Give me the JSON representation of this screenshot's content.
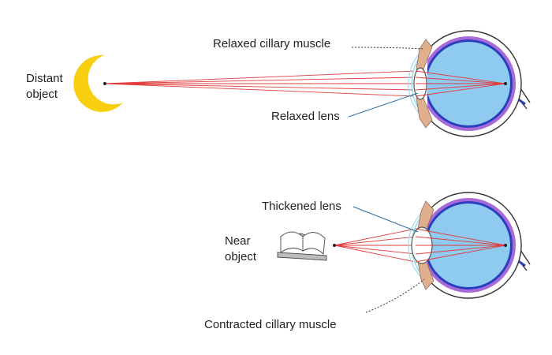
{
  "labels": {
    "distant_object": [
      "Distant",
      "object"
    ],
    "relaxed_cillary_muscle": "Relaxed cillary muscle",
    "relaxed_lens": "Relaxed lens",
    "thickened_lens": "Thickened lens",
    "near_object": [
      "Near",
      "object"
    ],
    "contracted_cillary_muscle": "Contracted cillary muscle"
  },
  "colors": {
    "eye_fill": "#8fcaf0",
    "sclera_outline": "#333333",
    "choroid": "#a86ad8",
    "retina": "#2b3fbe",
    "cornea": "#9fdcef",
    "cillary_muscle": "#e0b08e",
    "light_ray": "#e23b3b",
    "moon": "#f7cf0f",
    "book": "#c8c8c8"
  },
  "icons": {
    "moon": "crescent-moon-icon",
    "book": "open-book-icon"
  }
}
